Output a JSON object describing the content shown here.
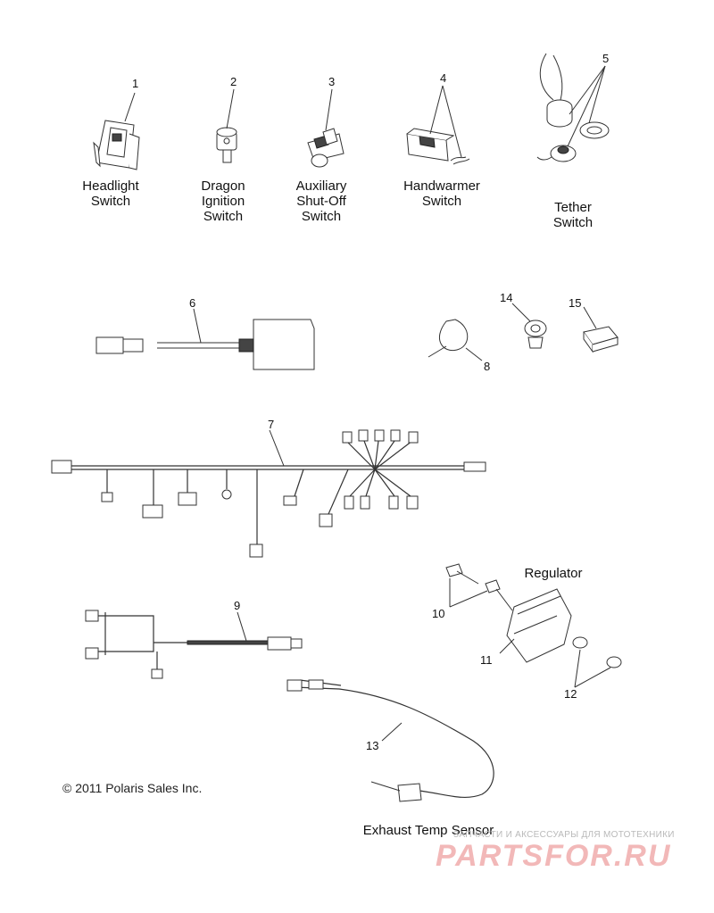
{
  "labels": {
    "headlight_switch": [
      "Headlight",
      "Switch"
    ],
    "dragon_ignition_switch": [
      "Dragon",
      "Ignition",
      "Switch"
    ],
    "auxiliary_shutoff_switch": [
      "Auxiliary",
      "Shut-Off",
      "Switch"
    ],
    "handwarmer_switch": [
      "Handwarmer",
      "Switch"
    ],
    "tether_switch": [
      "Tether",
      "Switch"
    ],
    "regulator": "Regulator",
    "exhaust_temp_sensor": "Exhaust Temp Sensor"
  },
  "callouts": [
    "1",
    "2",
    "3",
    "4",
    "5",
    "6",
    "7",
    "8",
    "9",
    "10",
    "11",
    "12",
    "13",
    "14",
    "15"
  ],
  "copyright": "© 2011 Polaris Sales Inc.",
  "watermark": {
    "tagline": "ЗАПЧАСТИ И АКСЕССУАРЫ ДЛЯ МОТОТЕХНИКИ",
    "brand": "PARTSFOR.RU"
  }
}
